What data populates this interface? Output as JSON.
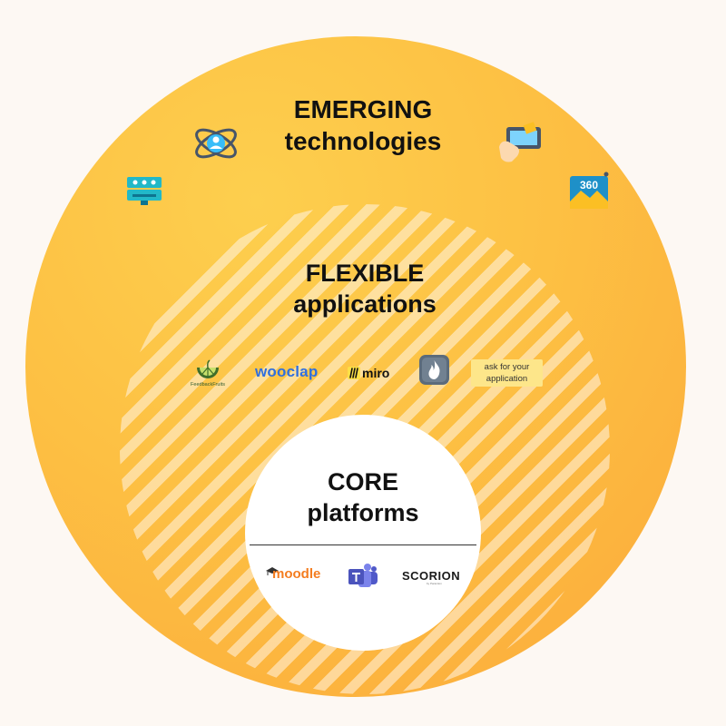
{
  "rings": {
    "emerging": {
      "line1": "EMERGING",
      "line2": "technologies"
    },
    "flexible": {
      "line1": "FLEXIBLE",
      "line2": "applications"
    },
    "core": {
      "line1": "CORE",
      "line2": "platforms"
    }
  },
  "emerging_icons": [
    "vr-network-icon",
    "server-device-icon",
    "touch-screen-icon",
    "panorama-360-icon"
  ],
  "flexible_apps": {
    "feedbackfruits": {
      "icon": "feedbackfruits-logo-icon",
      "label": "FeedbackFruits"
    },
    "wooclap": {
      "label": "wooclap"
    },
    "miro": {
      "icon": "miro-logo-icon",
      "label": "miro"
    },
    "fire_app": {
      "icon": "fire-app-icon"
    },
    "ask": {
      "line1": "ask for your",
      "line2": "application"
    }
  },
  "core_platforms": {
    "moodle": {
      "icon": "moodle-cap-icon",
      "label": "moodle"
    },
    "teams": {
      "icon": "microsoft-teams-icon"
    },
    "scorion": {
      "label": "SCORION",
      "sub": "by Parantion"
    }
  },
  "colors": {
    "background": "#fdf8f3",
    "outer_ring": "#fdc043",
    "inner_circle": "#ffffff",
    "wooclap": "#2f6fdf",
    "moodle": "#f47d20",
    "ask_box": "#fde68a"
  }
}
